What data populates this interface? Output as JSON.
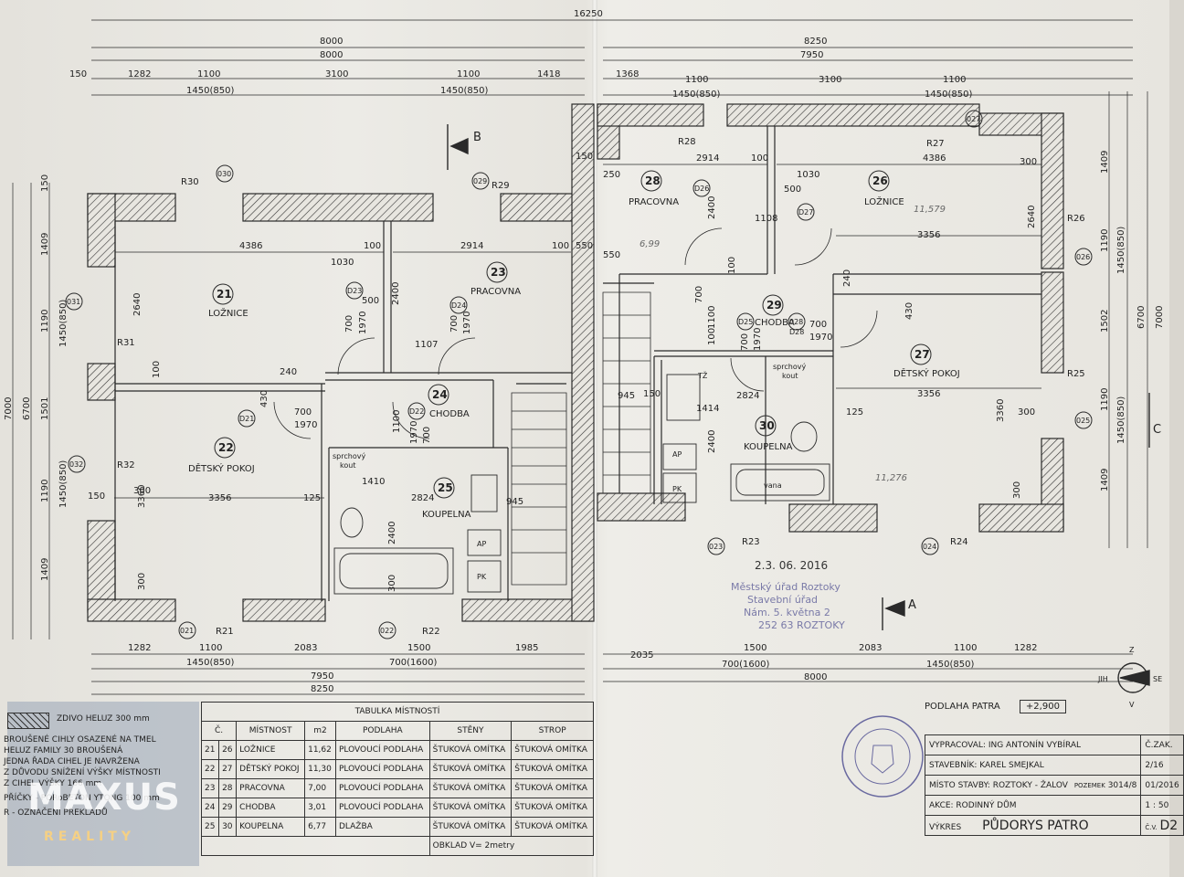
{
  "dims_top": {
    "total": "16250",
    "left_total": "8000",
    "left_inner": "8000",
    "right_total": "8250",
    "right_inner": "7950",
    "left_row": [
      "150",
      "1282",
      "1100",
      "3100",
      "1100",
      "1418"
    ],
    "left_windows": [
      "1450(850)",
      "1450(850)"
    ],
    "right_row": [
      "1368",
      "1100",
      "3100",
      "1100"
    ],
    "right_windows": [
      "1450(850)",
      "1450(850)"
    ]
  },
  "dims_bottom": {
    "left_row": [
      "1282",
      "1100",
      "2083",
      "1500",
      "1985"
    ],
    "left_windows": [
      "1450(850)",
      "700(1600)"
    ],
    "left_inner": "7950",
    "left_total": "8250",
    "right_row": [
      "2035",
      "1500",
      "2083",
      "1100",
      "1282"
    ],
    "right_windows": [
      "700(1600)",
      "1450(850)"
    ],
    "right_total": "8000"
  },
  "dims_left": [
    "7000",
    "6700",
    "1409",
    "1190",
    "1501",
    "1190",
    "1409",
    "150",
    "1450(850)",
    "1450(850)"
  ],
  "dims_right": [
    "1409",
    "1190",
    "1502",
    "1190",
    "1409",
    "1450(850)",
    "1450(850)",
    "6700",
    "7000"
  ],
  "rooms": [
    {
      "num": "21",
      "name": "LOŽNICE"
    },
    {
      "num": "22",
      "name": "DĚTSKÝ POKOJ"
    },
    {
      "num": "23",
      "name": "PRACOVNA"
    },
    {
      "num": "24",
      "name": "CHODBA"
    },
    {
      "num": "25",
      "name": "KOUPELNA"
    },
    {
      "num": "26",
      "name": "LOŽNICE"
    },
    {
      "num": "27",
      "name": "DĚTSKÝ POKOJ"
    },
    {
      "num": "28",
      "name": "PRACOVNA"
    },
    {
      "num": "29",
      "name": "CHODBA"
    },
    {
      "num": "30",
      "name": "KOUPELNA"
    }
  ],
  "inner_dims": {
    "d4386": "4386",
    "d2914": "2914",
    "d3356": "3356",
    "d2640": "2640",
    "d3360": "3360",
    "d1030": "1030",
    "d500": "500",
    "d2400": "2400",
    "d1107": "1107",
    "d1108": "1108",
    "d700": "700",
    "d1970": "1970",
    "d1100": "1100",
    "d100": "100",
    "d300": "300",
    "d240": "240",
    "d430": "430",
    "d125": "125",
    "d945": "945",
    "d1410": "1410",
    "d1414": "1414",
    "d2824": "2824",
    "d150": "150",
    "d550": "550",
    "d250": "250"
  },
  "lintels": [
    "R30",
    "R29",
    "R31",
    "R32",
    "R21",
    "R22",
    "R28",
    "R27",
    "R26",
    "R25",
    "R23",
    "R24"
  ],
  "markers": [
    "030",
    "029",
    "031",
    "032",
    "021",
    "022",
    "023",
    "024",
    "025",
    "026",
    "027",
    "028",
    "D21",
    "D22",
    "D23",
    "D24",
    "D25",
    "D26",
    "D27",
    "D28"
  ],
  "fixtures": {
    "shower": "sprchový",
    "shower2": "kout",
    "ap": "AP",
    "pk": "PK",
    "tz": "TŽ",
    "vana": "vana"
  },
  "section_marks": {
    "b": "B",
    "a": "A",
    "c": "C"
  },
  "handwritten": {
    "h1": "11,579",
    "h2": "6,99",
    "h3": "11,276"
  },
  "compass": {
    "n": "Z",
    "s": "V",
    "w": "JIH",
    "e": "SE"
  },
  "legend": {
    "hatch": "ZDIVO HELUZ 300 mm",
    "lines": [
      "BROUŠENÉ CIHLY OSAZENÉ NA TMEL",
      "HELUZ FAMILY 30 BROUŠENÁ",
      "JEDNA ŘADA CIHEL JE NAVRŽENA",
      "Z DŮVODU SNÍŽENÍ VÝŠKY MÍSTNOSTI",
      "Z CIHEL VÝŠKY 166 mm",
      "PŘÍČKY - PORoBETON YTONG 100 mm",
      "R - OZNAČENÍ PŘEKLADŮ"
    ]
  },
  "logo": {
    "main": "MAXUS",
    "sub": "REALITY"
  },
  "table": {
    "title": "TABULKA MÍSTNOSTÍ",
    "headers": [
      "Č.",
      "MÍSTNOST",
      "m2",
      "PODLAHA",
      "STĚNY",
      "STROP"
    ],
    "rows": [
      [
        "21",
        "26",
        "LOŽNICE",
        "11,62",
        "PLOVOUCÍ PODLAHA",
        "ŠTUKOVÁ OMÍTKA",
        "ŠTUKOVÁ OMÍTKA"
      ],
      [
        "22",
        "27",
        "DĚTSKÝ POKOJ",
        "11,30",
        "PLOVOUCÍ PODLAHA",
        "ŠTUKOVÁ OMÍTKA",
        "ŠTUKOVÁ OMÍTKA"
      ],
      [
        "23",
        "28",
        "PRACOVNA",
        "7,00",
        "PLOVOUCÍ PODLAHA",
        "ŠTUKOVÁ OMÍTKA",
        "ŠTUKOVÁ OMÍTKA"
      ],
      [
        "24",
        "29",
        "CHODBA",
        "3,01",
        "PLOVOUCÍ PODLAHA",
        "ŠTUKOVÁ OMÍTKA",
        "ŠTUKOVÁ OMÍTKA"
      ],
      [
        "25",
        "30",
        "KOUPELNA",
        "6,77",
        "DLAŽBA",
        "ŠTUKOVÁ OMÍTKA",
        "ŠTUKOVÁ OMÍTKA"
      ]
    ],
    "note": "OBKLAD V= 2metry"
  },
  "stamp": {
    "date": "2.3. 06. 2016",
    "lines": [
      "Městský úřad Roztoky",
      "Stavební úřad",
      "Nám. 5. května 2",
      "252 63 ROZTOKY"
    ]
  },
  "floor_level": {
    "label": "PODLAHA PATRA",
    "value": "+2,900"
  },
  "title_block": {
    "vypracoval": "VYPRACOVAL: ING ANTONÍN VYBÍRAL",
    "c_zak_label": "Č.ZAK.",
    "c_zak": "2/16",
    "stavebnik": "STAVEBNÍK: KAREL SMEJKAL",
    "pozemek_label": "POZEMEK",
    "pozemek": "3014/8",
    "misto": "MÍSTO STAVBY: ROZTOKY - ŽALOV",
    "date": "01/2016",
    "akce": "AKCE: RODINNÝ DŮM",
    "scale": "1 : 50",
    "vykres_label": "VÝKRES",
    "vykres": "PŮDORYS PATRO",
    "cv_label": "Č.V.",
    "cv": "D2"
  },
  "colors": {
    "line": "#2a2a2a",
    "paper": "#e8e6e0",
    "stamp": "#7a7aa8",
    "logo": "#6e82a0"
  }
}
